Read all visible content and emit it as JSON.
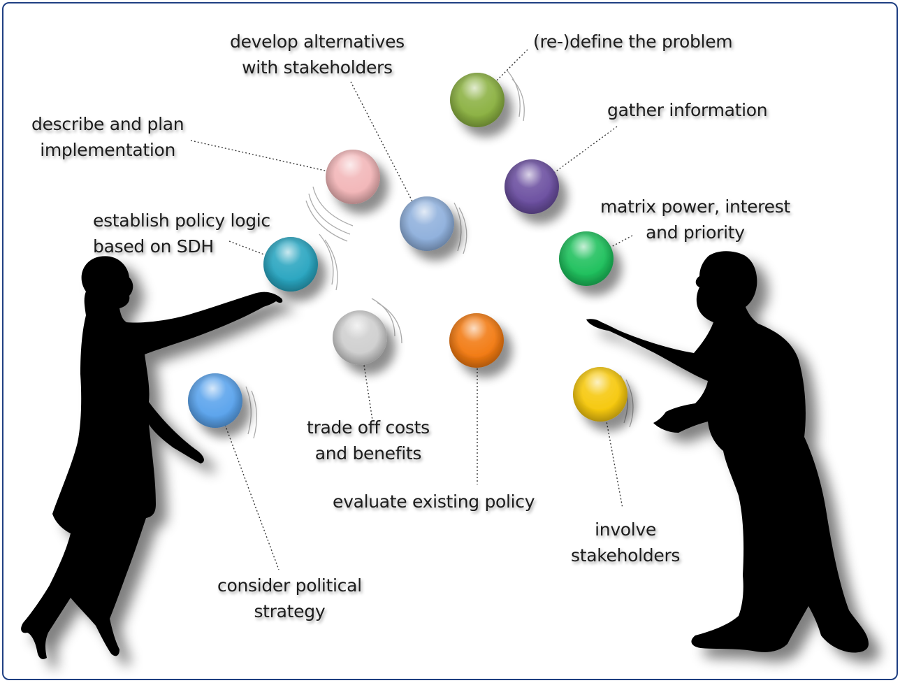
{
  "labels": {
    "redefine": "(re-)define the problem",
    "alternatives": "develop alternatives\nwith stakeholders",
    "implementation": "describe and plan\nimplementation",
    "gather": "gather information",
    "matrix": "matrix power, interest\nand priority",
    "policy_logic": "establish policy logic\nbased on SDH",
    "tradeoff": "trade off costs\nand benefits",
    "evaluate": "evaluate existing policy",
    "involve": "involve\nstakeholders",
    "political": "consider political\nstrategy"
  },
  "balls": [
    {
      "id": "redefine",
      "color": "#8bb142"
    },
    {
      "id": "implementation",
      "color": "#f2b6b8"
    },
    {
      "id": "alternatives",
      "color": "#8fb0dc"
    },
    {
      "id": "gather",
      "color": "#6b4fa0"
    },
    {
      "id": "policy_logic",
      "color": "#29a5c0"
    },
    {
      "id": "matrix",
      "color": "#1ec05c"
    },
    {
      "id": "tradeoff",
      "color": "#cfcfcf"
    },
    {
      "id": "evaluate",
      "color": "#f27a12"
    },
    {
      "id": "political",
      "color": "#5aa3ec"
    },
    {
      "id": "involve",
      "color": "#f6c80c"
    }
  ],
  "figures": {
    "color": "#000000"
  }
}
